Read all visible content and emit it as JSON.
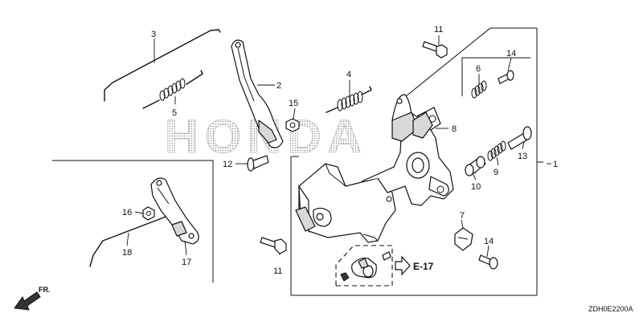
{
  "watermark": {
    "text": "HONDA"
  },
  "callouts": [
    {
      "id": "c3",
      "label": "3"
    },
    {
      "id": "c5",
      "label": "5"
    },
    {
      "id": "c2",
      "label": "2"
    },
    {
      "id": "c15",
      "label": "15"
    },
    {
      "id": "c12",
      "label": "12"
    },
    {
      "id": "c4",
      "label": "4"
    },
    {
      "id": "c11a",
      "label": "11"
    },
    {
      "id": "c6",
      "label": "6"
    },
    {
      "id": "c14a",
      "label": "14"
    },
    {
      "id": "c8",
      "label": "8"
    },
    {
      "id": "c13",
      "label": "13"
    },
    {
      "id": "c1",
      "label": "1"
    },
    {
      "id": "c9",
      "label": "9"
    },
    {
      "id": "c10",
      "label": "10"
    },
    {
      "id": "c7",
      "label": "7"
    },
    {
      "id": "c14b",
      "label": "14"
    },
    {
      "id": "c16",
      "label": "16"
    },
    {
      "id": "c18",
      "label": "18"
    },
    {
      "id": "c17",
      "label": "17"
    },
    {
      "id": "c11b",
      "label": "11"
    }
  ],
  "reference": {
    "label": "E-17"
  },
  "direction": {
    "label": "FR."
  },
  "diagram_code": "ZDH0E2200A"
}
